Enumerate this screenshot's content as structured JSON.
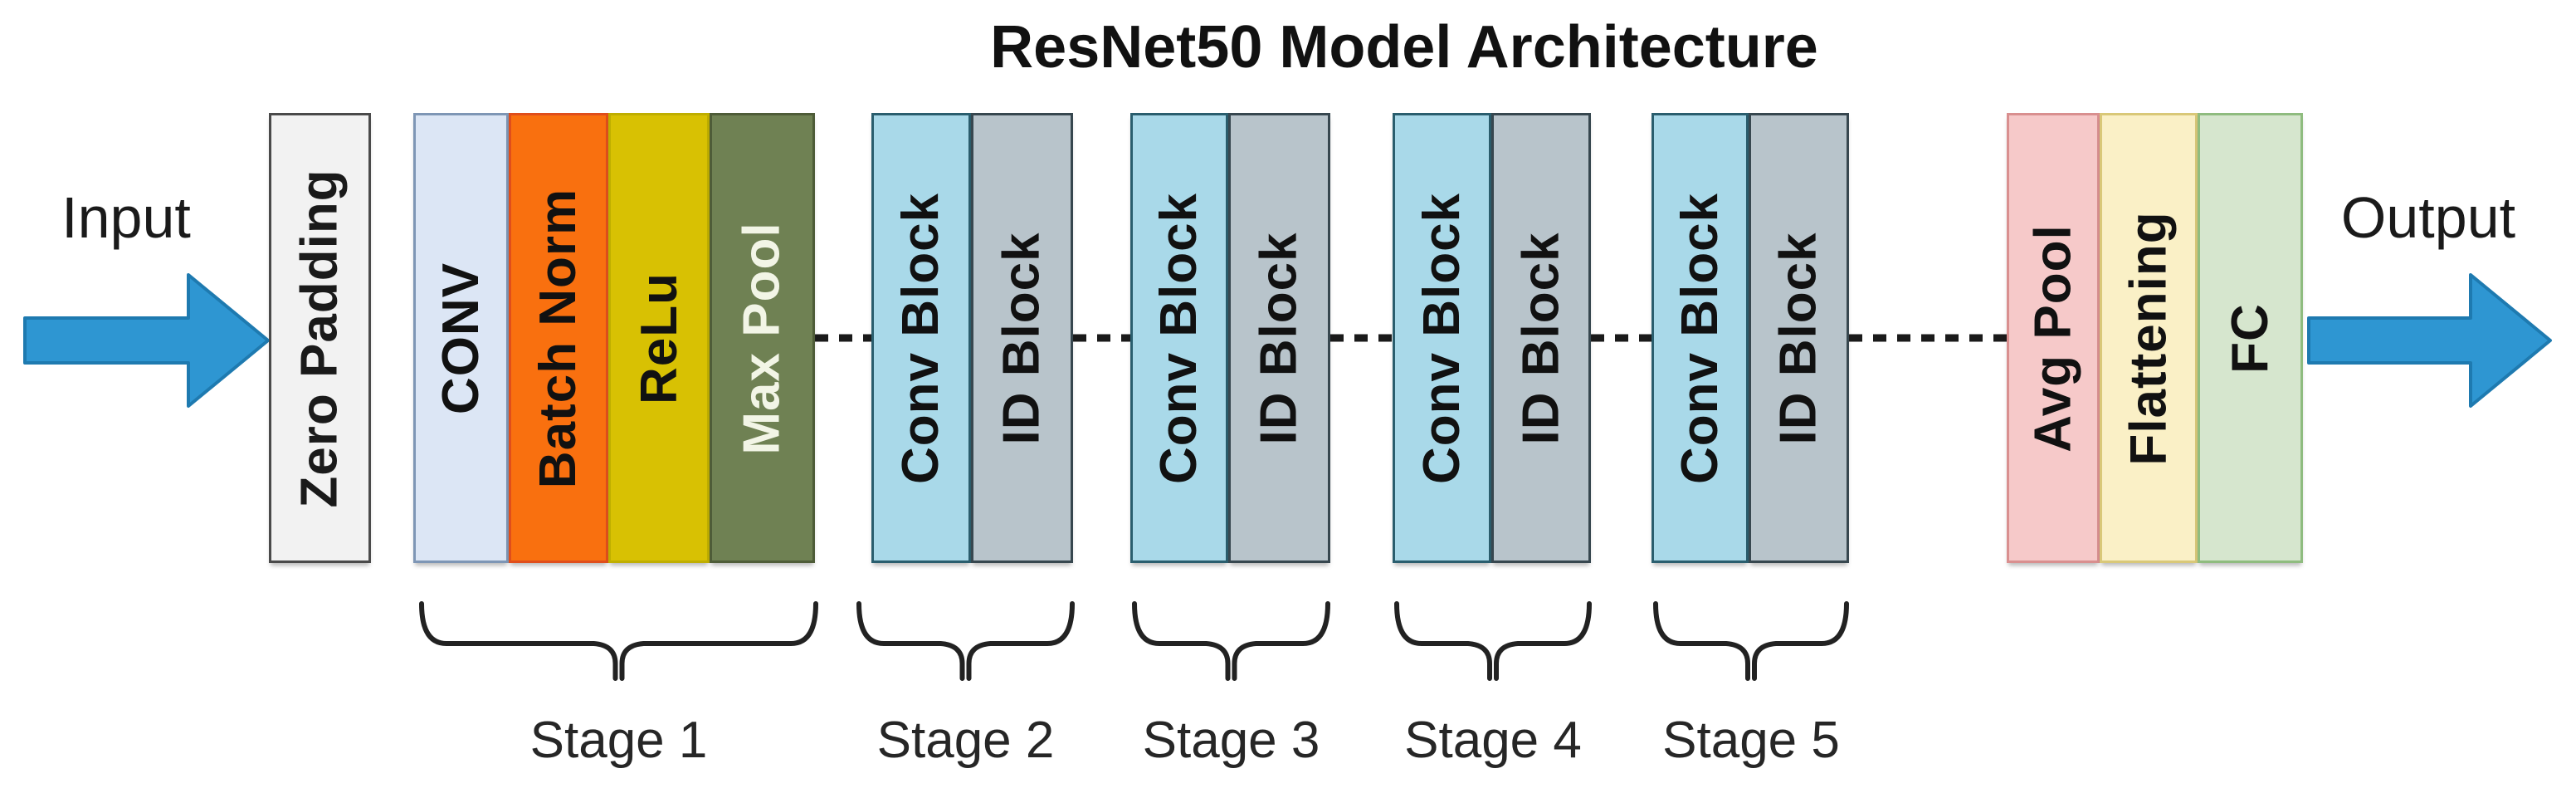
{
  "title": "ResNet50 Model Architecture",
  "input_label": "Input",
  "output_label": "Output",
  "colors": {
    "arrow_fill": "#2E96D2",
    "arrow_stroke": "#1E7AB0",
    "dash": "#1A1A1A",
    "brace": "#222222"
  },
  "blocks": [
    {
      "id": "zero-padding",
      "label": "Zero Padding",
      "fill": "#F2F2F2",
      "border": "#4A4A4A",
      "text": "#1A1A1A"
    },
    {
      "id": "conv",
      "label": "CONV",
      "fill": "#DCE6F5",
      "border": "#7E96B5",
      "text": "#111111"
    },
    {
      "id": "batch-norm",
      "label": "Batch Norm",
      "fill": "#F9700F",
      "border": "#E04E1B",
      "text": "#111111"
    },
    {
      "id": "relu",
      "label": "ReLu",
      "fill": "#D8C103",
      "border": "#BFAE00",
      "text": "#111111"
    },
    {
      "id": "max-pool",
      "label": "Max Pool",
      "fill": "#6F8153",
      "border": "#4E5C38",
      "text": "#F2F5E6"
    },
    {
      "id": "s2-conv",
      "label": "Conv Block",
      "fill": "#A9D9E9",
      "border": "#2A5E6E",
      "text": "#111111"
    },
    {
      "id": "s2-id",
      "label": "ID Block",
      "fill": "#B8C4CB",
      "border": "#37474F",
      "text": "#111111"
    },
    {
      "id": "s3-conv",
      "label": "Conv Block",
      "fill": "#A9D9E9",
      "border": "#2A5E6E",
      "text": "#111111"
    },
    {
      "id": "s3-id",
      "label": "ID Block",
      "fill": "#B8C4CB",
      "border": "#37474F",
      "text": "#111111"
    },
    {
      "id": "s4-conv",
      "label": "Conv Block",
      "fill": "#A9D9E9",
      "border": "#2A5E6E",
      "text": "#111111"
    },
    {
      "id": "s4-id",
      "label": "ID Block",
      "fill": "#B8C4CB",
      "border": "#37474F",
      "text": "#111111"
    },
    {
      "id": "s5-conv",
      "label": "Conv Block",
      "fill": "#A9D9E9",
      "border": "#2A5E6E",
      "text": "#111111"
    },
    {
      "id": "s5-id",
      "label": "ID Block",
      "fill": "#B8C4CB",
      "border": "#37474F",
      "text": "#111111"
    },
    {
      "id": "avg-pool",
      "label": "Avg Pool",
      "fill": "#F6C9C9",
      "border": "#D98F8F",
      "text": "#111111"
    },
    {
      "id": "flattening",
      "label": "Flattening",
      "fill": "#FAF0C6",
      "border": "#D9C878",
      "text": "#111111"
    },
    {
      "id": "fc",
      "label": "FC",
      "fill": "#D6E6CE",
      "border": "#8FBC7F",
      "text": "#111111"
    }
  ],
  "stages": [
    {
      "label": "Stage 1"
    },
    {
      "label": "Stage 2"
    },
    {
      "label": "Stage 3"
    },
    {
      "label": "Stage 4"
    },
    {
      "label": "Stage 5"
    }
  ]
}
